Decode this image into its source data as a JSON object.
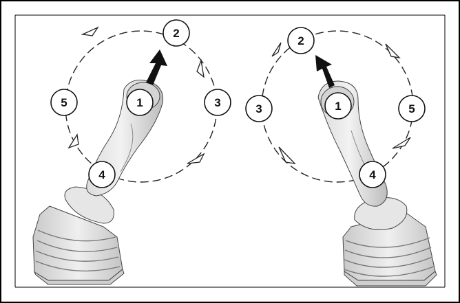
{
  "figure": {
    "left_joystick": {
      "callouts": [
        "1",
        "2",
        "3",
        "4",
        "5"
      ]
    },
    "right_joystick": {
      "callouts": [
        "1",
        "2",
        "3",
        "4",
        "5"
      ]
    }
  }
}
